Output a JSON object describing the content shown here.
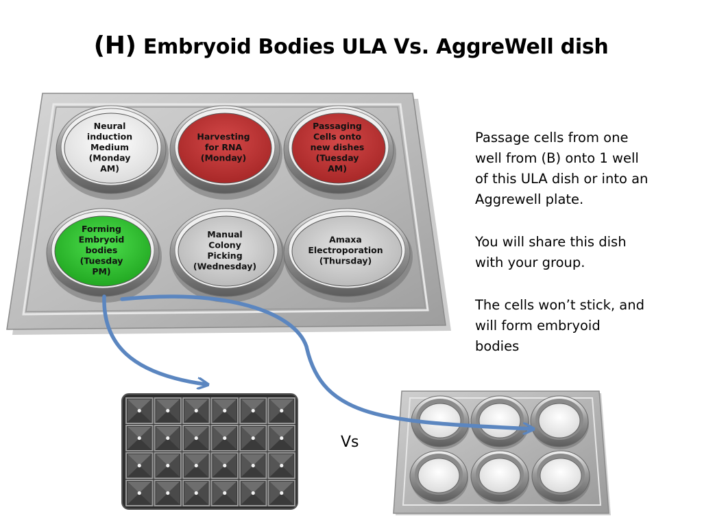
{
  "title": {
    "prefix": "(H)",
    "main": " Embryoid Bodies ULA Vs. AggreWell dish"
  },
  "wells": [
    {
      "lines": [
        "Neural",
        "induction",
        "Medium",
        "(Monday",
        "AM)"
      ],
      "color": "white"
    },
    {
      "lines": [
        "Harvesting",
        "for RNA",
        "(Monday)"
      ],
      "color": "red"
    },
    {
      "lines": [
        "Passaging",
        "Cells onto",
        "new dishes",
        "(Tuesday",
        "AM)"
      ],
      "color": "red"
    },
    {
      "lines": [
        "Forming",
        "Embryoid",
        "bodies",
        "(Tuesday",
        "PM)"
      ],
      "color": "green"
    },
    {
      "lines": [
        "Manual",
        "Colony",
        "Picking",
        "(Wednesday)"
      ],
      "color": "grey"
    },
    {
      "lines": [
        "Amaxa",
        "Electroporation",
        "(Thursday)"
      ],
      "color": "grey"
    }
  ],
  "colors": {
    "red": "#cc3a3a",
    "green": "#34c934",
    "arrow": "#5b86c0",
    "plate": "#b9b9b9"
  },
  "side_text": {
    "p1": [
      "Passage cells from one",
      "well from (B) onto 1 well",
      "of this ULA dish or into an",
      "Aggrewell plate."
    ],
    "p2": [
      "You will share this dish",
      "with your group."
    ],
    "p3": [
      "The cells won’t stick, and",
      "will form embryoid",
      "bodies"
    ]
  },
  "vs_label": "Vs"
}
